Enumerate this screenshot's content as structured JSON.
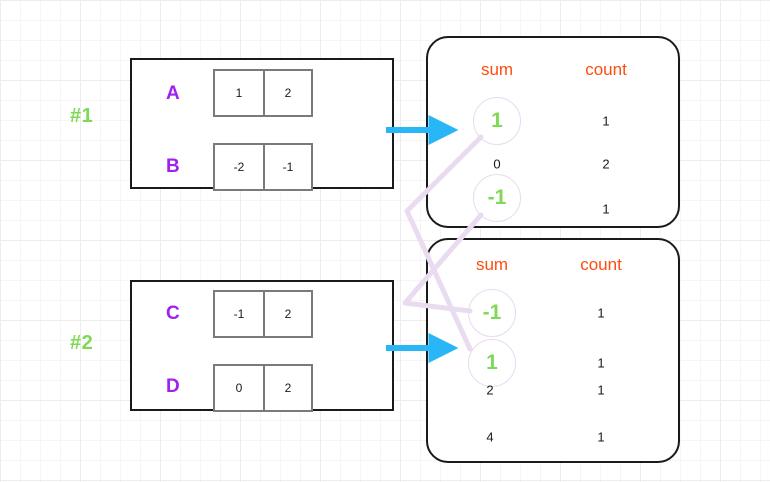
{
  "diagram": {
    "title": "group-by sum/count aggregation diagram",
    "colors": {
      "group_label": "#7ed957",
      "row_label": "#a020f0",
      "header": "#ff4d0d",
      "arrow": "#29b6f6",
      "link": "#e4d4ef",
      "box_border": "#1a1a1a",
      "cell_border": "#7a7a7a"
    }
  },
  "groups": [
    {
      "label": "#1",
      "rows": [
        {
          "name": "A",
          "cells": [
            "1",
            "2"
          ]
        },
        {
          "name": "B",
          "cells": [
            "-2",
            "-1"
          ]
        }
      ]
    },
    {
      "label": "#2",
      "rows": [
        {
          "name": "C",
          "cells": [
            "-1",
            "2"
          ]
        },
        {
          "name": "D",
          "cells": [
            "0",
            "2"
          ]
        }
      ]
    }
  ],
  "tables": [
    {
      "headers": [
        "sum",
        "count"
      ],
      "rows": [
        {
          "sum": "1",
          "count": "1",
          "highlight": true
        },
        {
          "sum": "0",
          "count": "2",
          "highlight": false
        },
        {
          "sum": "-1",
          "count": "1",
          "highlight": true
        }
      ]
    },
    {
      "headers": [
        "sum",
        "count"
      ],
      "rows": [
        {
          "sum": "-1",
          "count": "1",
          "highlight": true
        },
        {
          "sum": "1",
          "count": "1",
          "highlight": true
        },
        {
          "sum": "2",
          "count": "1",
          "highlight": false
        },
        {
          "sum": "4",
          "count": "1",
          "highlight": false
        }
      ]
    }
  ],
  "arrows": [
    {
      "name": "arrow-group-1-to-table-1"
    },
    {
      "name": "arrow-group-2-to-table-2"
    }
  ],
  "links": [
    {
      "name": "link-table1-sum1-to-table2-sum1"
    },
    {
      "name": "link-table1-sum-neg1-to-table2-sum-neg1"
    }
  ]
}
